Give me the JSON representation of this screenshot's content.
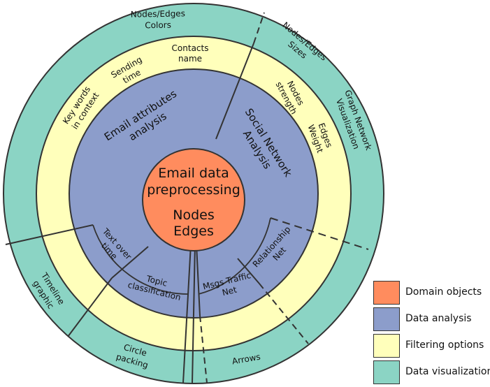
{
  "diagram": {
    "center": {
      "line1": "Email data",
      "line2": "preprocessing",
      "line3": "Nodes",
      "line4": "Edges"
    },
    "analysis": {
      "email_attributes": [
        "Email attributes",
        "analysis"
      ],
      "social_network": [
        "Social Network",
        "Analysis"
      ],
      "text_over_time": [
        "Text over",
        "time"
      ],
      "topic_classification": [
        "Topic",
        "classification"
      ],
      "msgs_traffic_net": [
        "Msgs Traffic",
        "Net"
      ],
      "relationship_net": [
        "Relationship",
        "Net"
      ]
    },
    "filtering": {
      "key_words": [
        "Key words",
        "in context"
      ],
      "sending_time": [
        "Sending",
        "time"
      ],
      "contacts_name": [
        "Contacts",
        "name"
      ],
      "nodes_strength": [
        "Nodes",
        "strength"
      ],
      "edges_weight": [
        "Edges",
        "Weight"
      ]
    },
    "visualization": {
      "nodes_edges_colors": [
        "Nodes/Edges",
        "Colors"
      ],
      "nodes_edges_sizes": [
        "Nodes/Edges",
        "Sizes"
      ],
      "graph_network": [
        "Graph Network",
        "Visualization"
      ],
      "timeline": [
        "Timeline",
        "graphic"
      ],
      "circle_packing": [
        "Circle",
        "packing"
      ],
      "arrows": "Arrows"
    }
  },
  "colors": {
    "domain": "#ff8c5e",
    "analysis": "#8c9dcb",
    "filtering": "#ffffbb",
    "visualization": "#8bd4c4",
    "stroke": "#333333"
  },
  "legend": [
    {
      "label": "Domain objects",
      "color": "#ff8c5e"
    },
    {
      "label": "Data analysis",
      "color": "#8c9dcb"
    },
    {
      "label": "Filtering options",
      "color": "#ffffbb"
    },
    {
      "label": "Data visualization",
      "color": "#8bd4c4"
    }
  ]
}
